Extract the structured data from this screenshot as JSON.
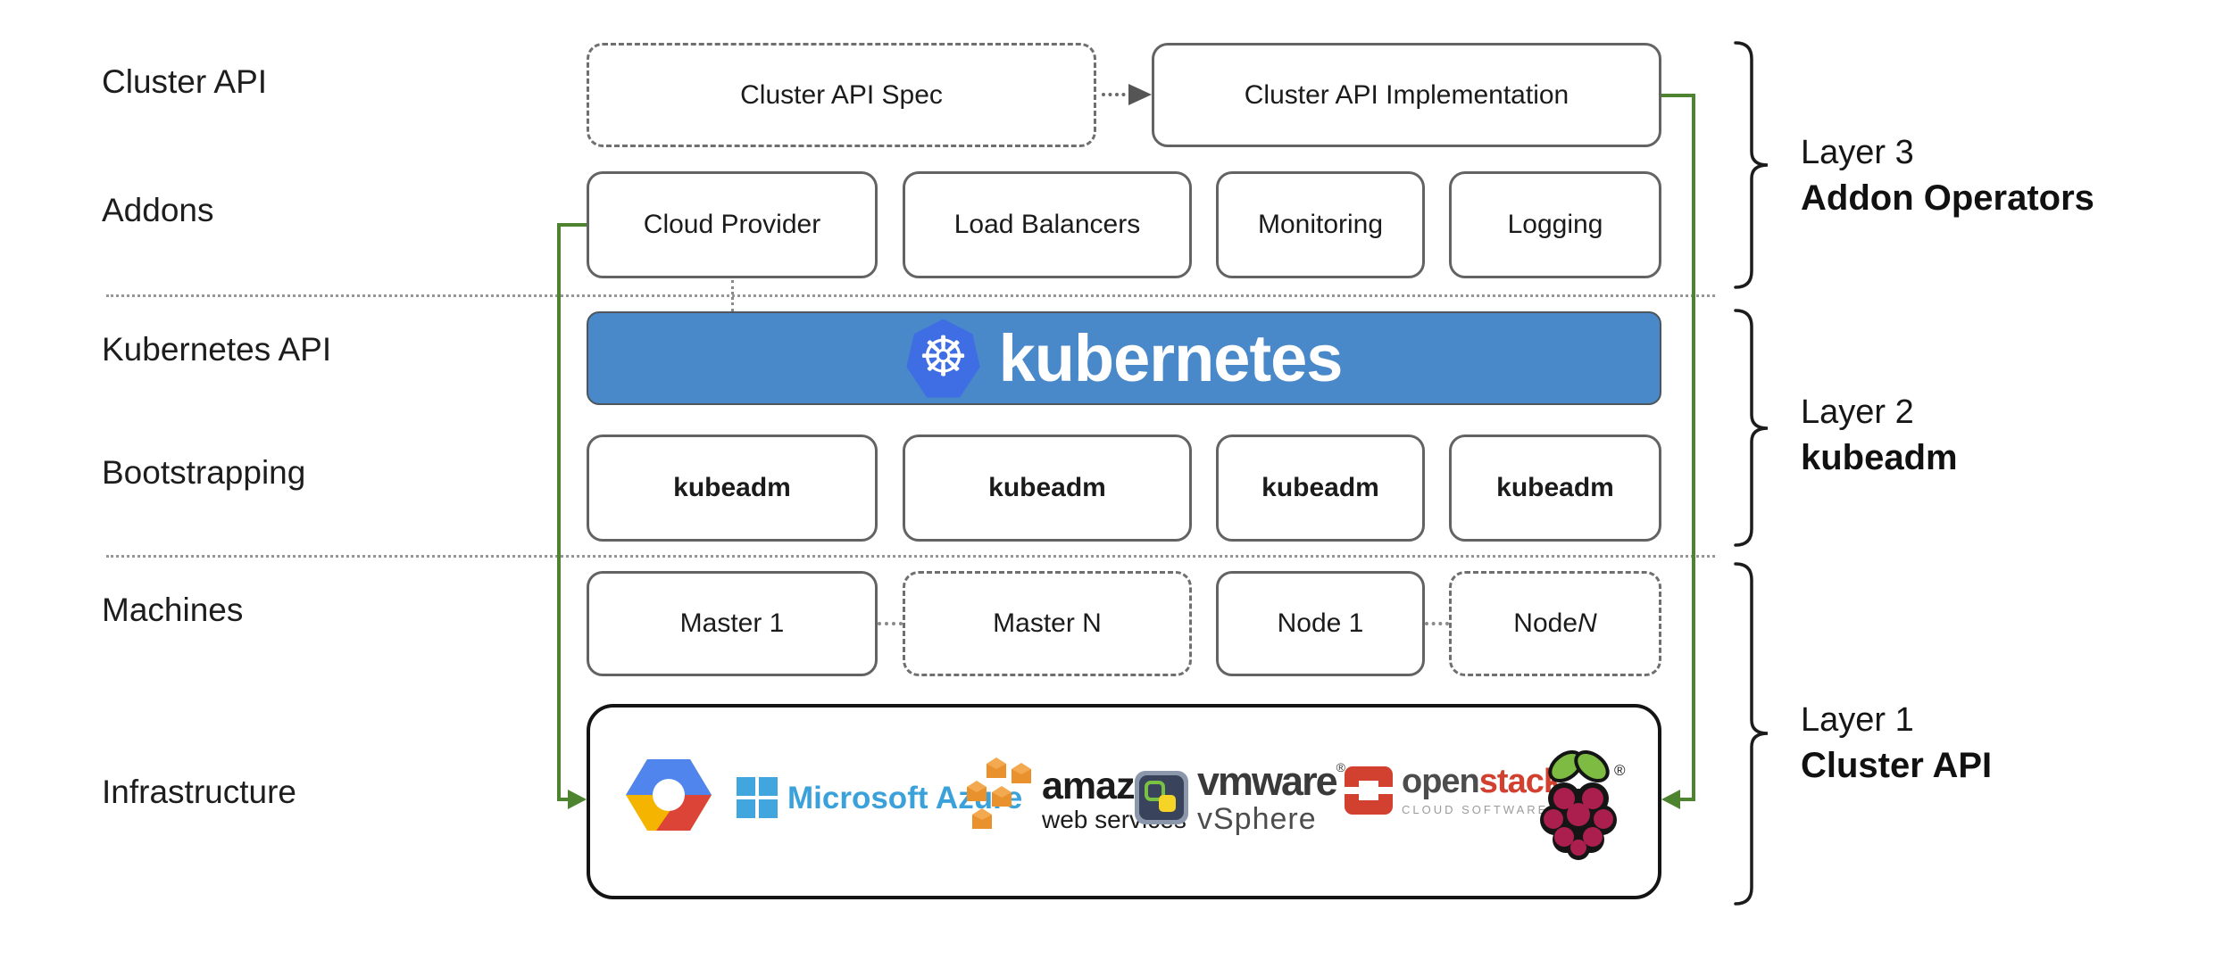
{
  "row_labels": {
    "cluster_api": "Cluster API",
    "addons": "Addons",
    "kubernetes_api": "Kubernetes API",
    "bootstrapping": "Bootstrapping",
    "machines": "Machines",
    "infrastructure": "Infrastructure"
  },
  "top_row": {
    "spec_label": "Cluster API Spec",
    "impl_label": "Cluster API Implementation"
  },
  "addon_boxes": [
    "Cloud Provider",
    "Load Balancers",
    "Monitoring",
    "Logging"
  ],
  "banner": {
    "product": "kubernetes",
    "logo_icon": "kubernetes-wheel-icon",
    "wheel_glyph": "☸"
  },
  "bootstrap_boxes": [
    "kubeadm",
    "kubeadm",
    "kubeadm",
    "kubeadm"
  ],
  "machine_boxes": [
    {
      "prefix": "Master 1",
      "suffix": "",
      "border": "solid"
    },
    {
      "prefix": "Master N",
      "suffix": "",
      "border": "dashed"
    },
    {
      "prefix": "Node 1",
      "suffix": "",
      "border": "solid"
    },
    {
      "prefix": "Node ",
      "suffix": "N",
      "border": "dashed"
    }
  ],
  "infrastructure": {
    "logos": {
      "google_cloud": {
        "name": "google-cloud"
      },
      "azure": {
        "name": "microsoft-azure",
        "text": "Microsoft Azure"
      },
      "aws": {
        "name": "amazon-web-services",
        "line1": "amazon",
        "line2": "web services"
      },
      "vmware": {
        "name": "vmware-vsphere",
        "line1": "vmware",
        "reg": "®",
        "line2": "vSphere"
      },
      "openstack": {
        "name": "openstack",
        "word1": "open",
        "word2": "stack",
        "tm": "™",
        "sub": "CLOUD SOFTWARE"
      },
      "raspberry_pi": {
        "name": "raspberry-pi",
        "reg": "®"
      }
    }
  },
  "layers": [
    {
      "line1": "Layer 3",
      "line2": "Addon Operators"
    },
    {
      "line1": "Layer 2",
      "line2": "kubeadm"
    },
    {
      "line1": "Layer 1",
      "line2": "Cluster API"
    }
  ],
  "colors": {
    "banner_blue": "#4a89c9",
    "kubernetes_logo_blue": "#3e6de4",
    "arrow_green": "#4e8430",
    "box_border_gray": "#636363",
    "text_dark": "#1d1d1d",
    "azure_blue": "#3ba1da",
    "aws_orange": "#e8912d",
    "vmware_navy": "#39435c",
    "openstack_red": "#d2402f",
    "raspberry_crimson": "#ab1f4f",
    "leaf_green": "#7dbb42",
    "gcp_blue": "#5085ed",
    "gcp_red": "#db4437",
    "gcp_yellow": "#f4b400"
  }
}
